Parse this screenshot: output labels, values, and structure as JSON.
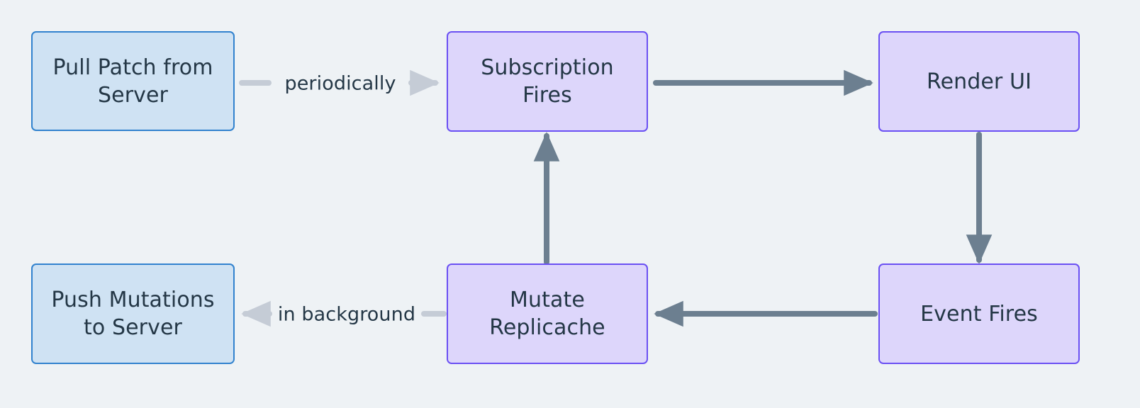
{
  "diagram": {
    "type": "flowchart",
    "background_color": "#eef2f5",
    "palette": {
      "blue_fill": "#cfe2f3",
      "blue_border": "#3182ce",
      "purple_fill": "#ddd6fb",
      "purple_border": "#6a50f3",
      "text": "#243746",
      "arrow_dark": "#6c7f90",
      "arrow_light": "#c5ccd6"
    },
    "nodes": [
      {
        "id": "pull-patch",
        "label": "Pull Patch from\nServer",
        "style": "blue"
      },
      {
        "id": "subscription-fires",
        "label": "Subscription\nFires",
        "style": "purple"
      },
      {
        "id": "render-ui",
        "label": "Render UI",
        "style": "purple"
      },
      {
        "id": "push-mutations",
        "label": "Push Mutations\nto Server",
        "style": "blue"
      },
      {
        "id": "mutate-replicache",
        "label": "Mutate\nReplicache",
        "style": "purple"
      },
      {
        "id": "event-fires",
        "label": "Event Fires",
        "style": "purple"
      }
    ],
    "edges": [
      {
        "id": "pull-to-subscription",
        "from": "pull-patch",
        "to": "subscription-fires",
        "label": "periodically",
        "color": "light"
      },
      {
        "id": "subscription-to-render",
        "from": "subscription-fires",
        "to": "render-ui",
        "label": "",
        "color": "dark"
      },
      {
        "id": "render-to-event",
        "from": "render-ui",
        "to": "event-fires",
        "label": "",
        "color": "dark"
      },
      {
        "id": "event-to-mutate",
        "from": "event-fires",
        "to": "mutate-replicache",
        "label": "",
        "color": "dark"
      },
      {
        "id": "mutate-to-push",
        "from": "mutate-replicache",
        "to": "push-mutations",
        "label": "in background",
        "color": "light"
      },
      {
        "id": "mutate-to-subscription",
        "from": "mutate-replicache",
        "to": "subscription-fires",
        "label": "",
        "color": "dark"
      }
    ]
  }
}
